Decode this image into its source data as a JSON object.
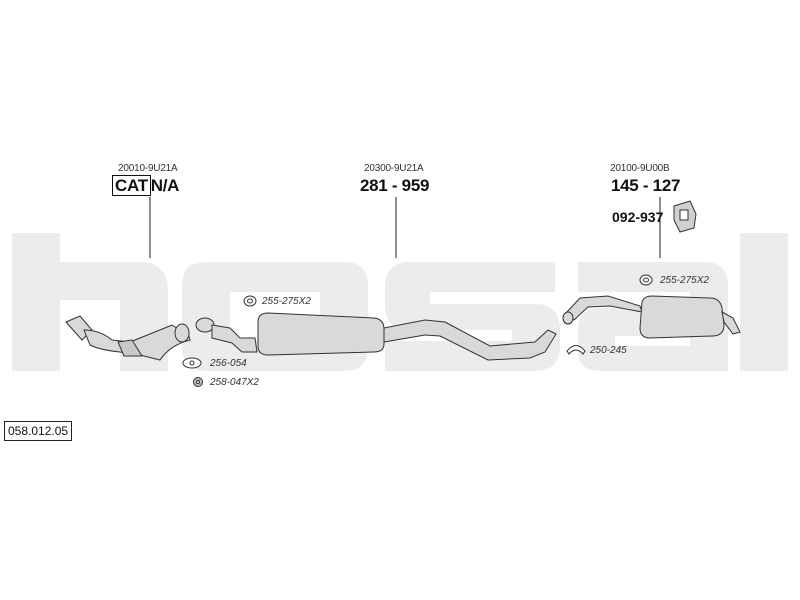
{
  "diagram": {
    "code": "058.012.05",
    "watermark": "bosal",
    "colors": {
      "watermark": "#e9e9e9",
      "line": "#333333",
      "part_fill": "#d9d9d9"
    },
    "components": [
      {
        "oem": "20010-9U21A",
        "cat_label": "CAT",
        "part_number": "N/A"
      },
      {
        "oem": "20300-9U21A",
        "part_number": "281 - 959"
      },
      {
        "oem": "20100-9U00B",
        "part_number": "145 - 127",
        "bracket_part": "092-937"
      }
    ],
    "accessories": [
      {
        "code": "255-275X2"
      },
      {
        "code": "256-054"
      },
      {
        "code": "258-047X2"
      },
      {
        "code": "255-275X2"
      },
      {
        "code": "250-245"
      }
    ]
  }
}
